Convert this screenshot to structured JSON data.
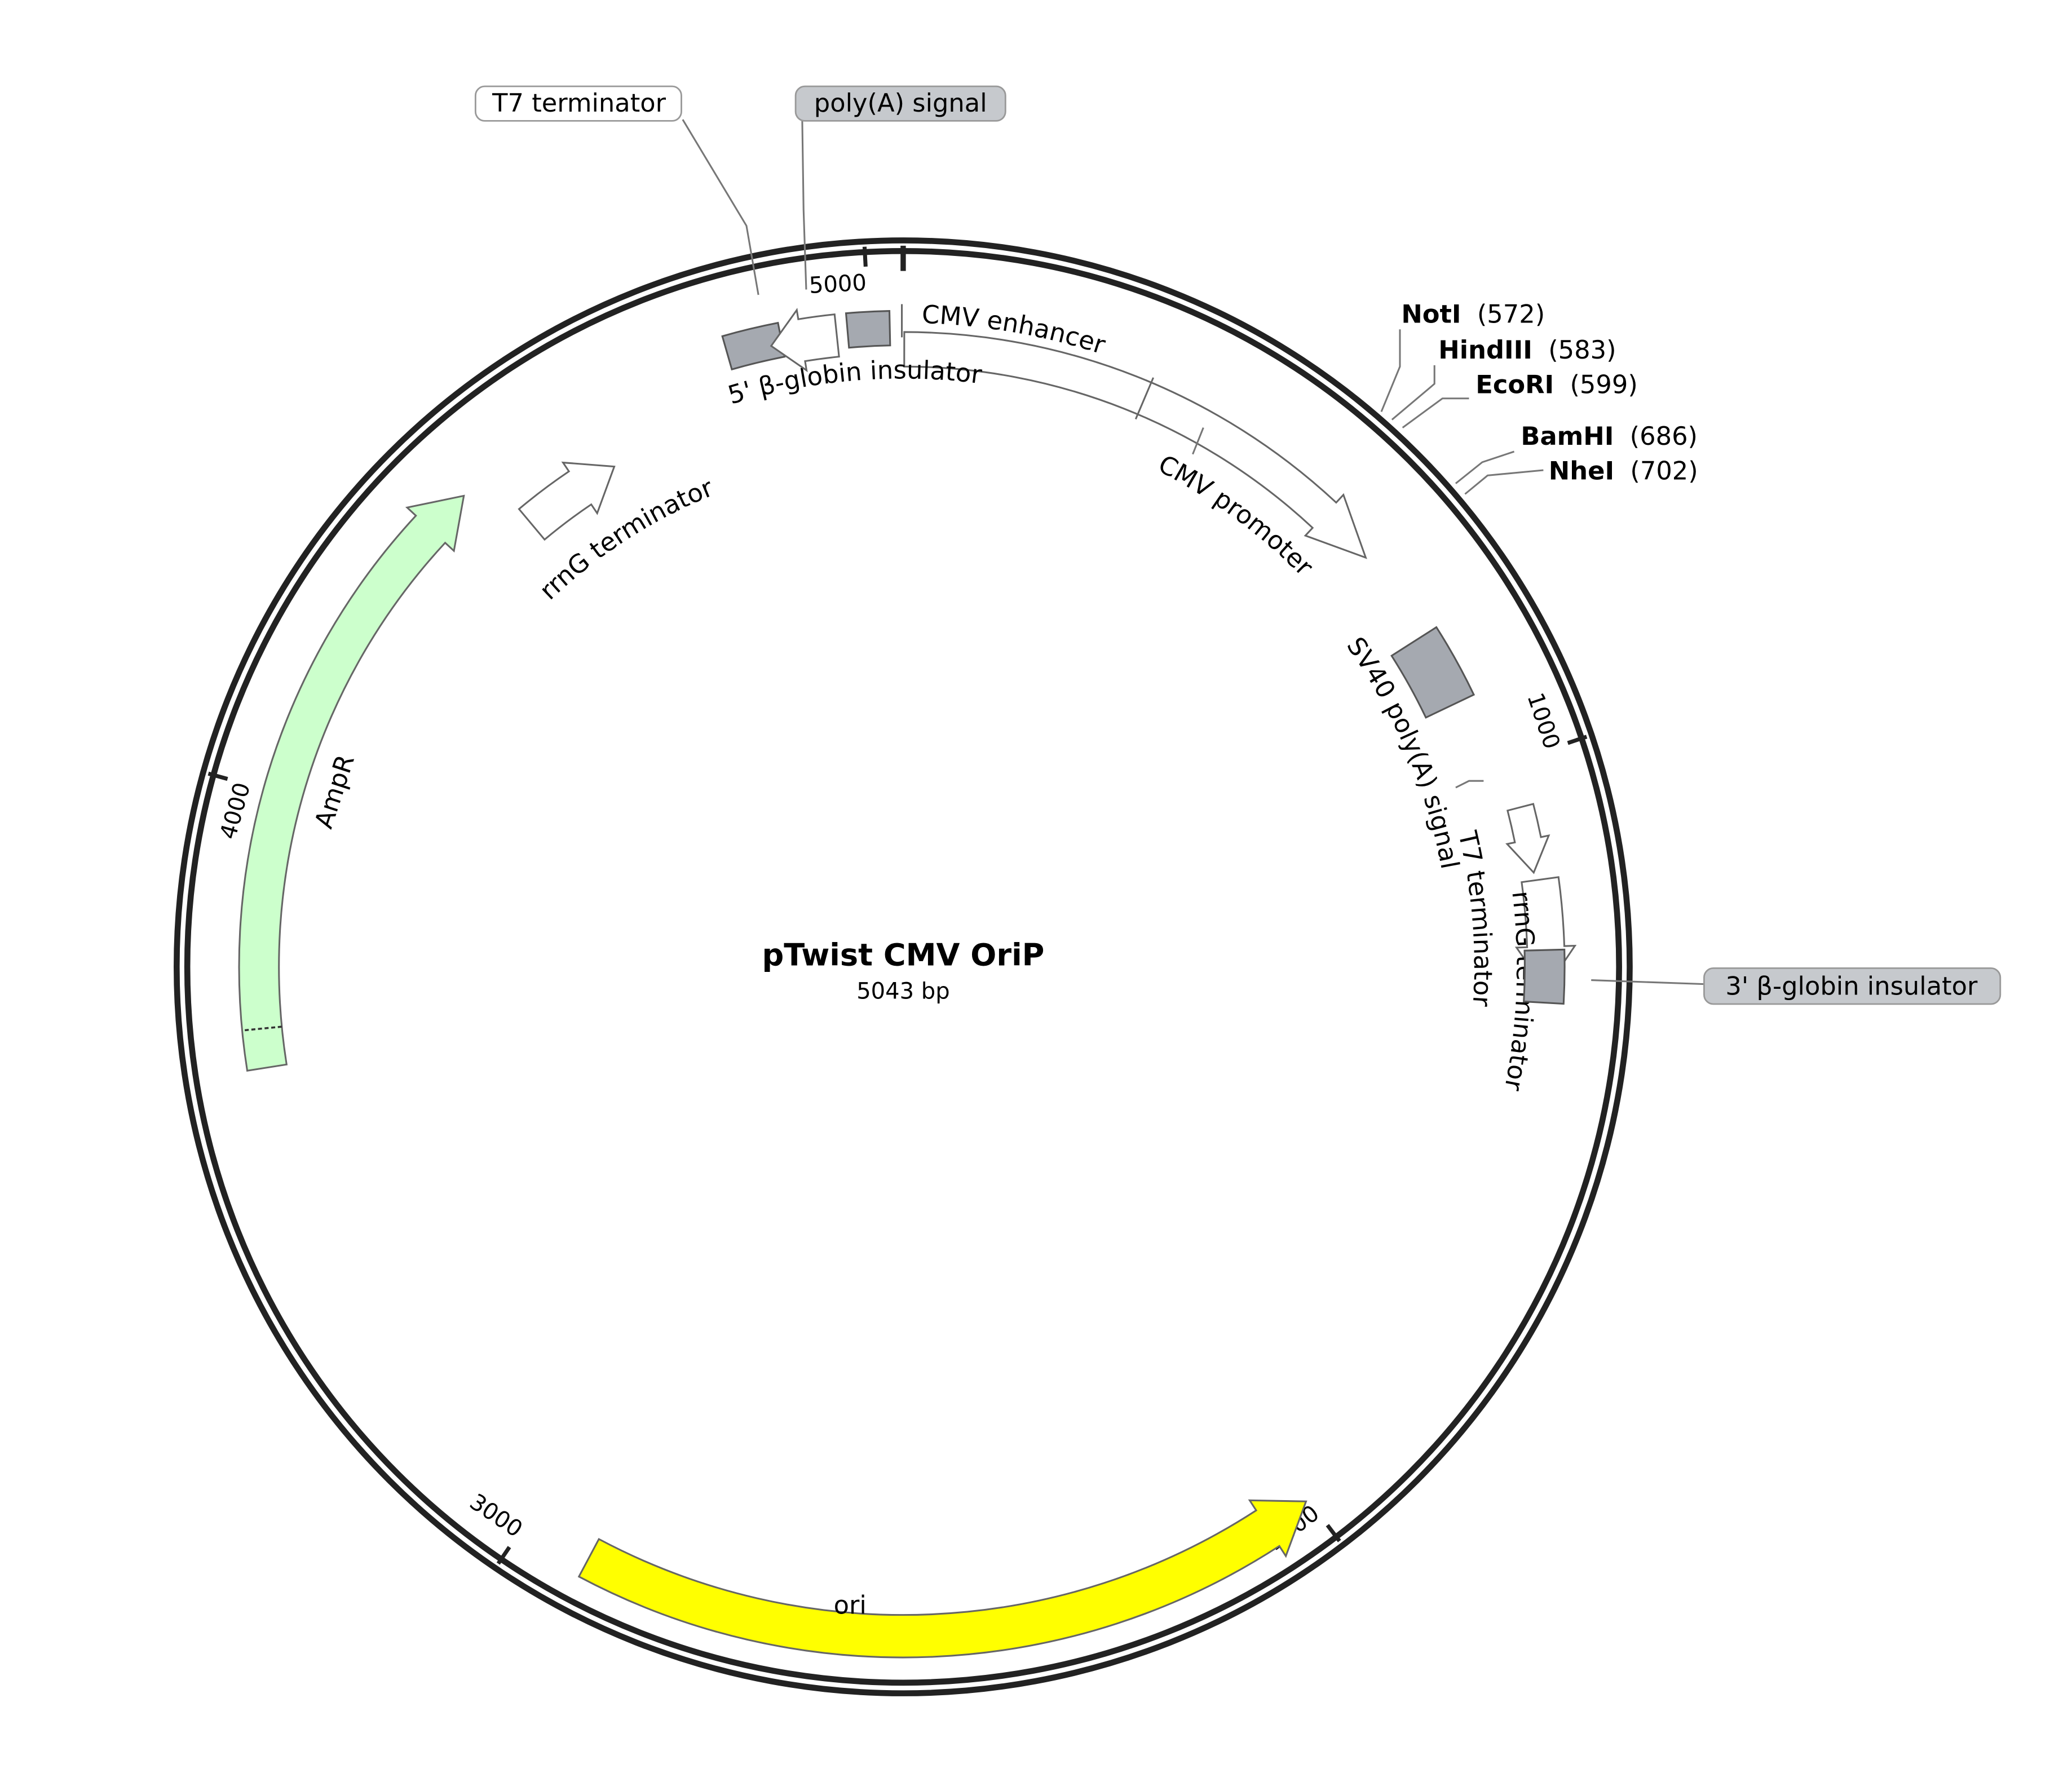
{
  "plasmid": {
    "name": "pTwist CMV OriP",
    "length_label": "5043 bp",
    "length_bp": 5043
  },
  "ticks": [
    {
      "bp": 0,
      "label": ""
    },
    {
      "bp": 1000,
      "label": "1000"
    },
    {
      "bp": 2000,
      "label": "2000"
    },
    {
      "bp": 3000,
      "label": "3000"
    },
    {
      "bp": 4000,
      "label": "4000"
    },
    {
      "bp": 5000,
      "label": "5000"
    }
  ],
  "features": [
    {
      "id": "cmv-enhancer",
      "label": "CMV enhancer",
      "kind": "enhancer",
      "color": "#ffffff"
    },
    {
      "id": "cmv-promoter",
      "label": "CMV promoter",
      "kind": "promoter",
      "color": "#ffffff"
    },
    {
      "id": "sv40-polya",
      "label": "SV40 poly(A) signal",
      "kind": "polyA",
      "color": "#a5a9b0"
    },
    {
      "id": "t7-terminator-right",
      "label": "T7 terminator",
      "kind": "terminator",
      "color": "#ffffff"
    },
    {
      "id": "rrng-terminator-right",
      "label": "rrnG terminator",
      "kind": "terminator",
      "color": "#ffffff"
    },
    {
      "id": "globin-3",
      "label": "3' β-globin insulator",
      "kind": "insulator",
      "color": "#a5a9b0"
    },
    {
      "id": "ori",
      "label": "ori",
      "kind": "origin",
      "color": "#ffff00"
    },
    {
      "id": "ampr",
      "label": "AmpR",
      "kind": "cds",
      "color": "#ccffcc"
    },
    {
      "id": "rrng-terminator-left",
      "label": "rrnG terminator",
      "kind": "terminator",
      "color": "#ffffff"
    },
    {
      "id": "globin-5",
      "label": "5' β-globin insulator",
      "kind": "insulator",
      "color": "#a5a9b0"
    },
    {
      "id": "t7-terminator-top",
      "label": "T7 terminator",
      "kind": "terminator",
      "color": "#ffffff"
    },
    {
      "id": "polya-top",
      "label": "poly(A) signal",
      "kind": "polyA",
      "color": "#a5a9b0"
    }
  ],
  "sites": [
    {
      "name": "NotI",
      "pos": "(572)"
    },
    {
      "name": "HindIII",
      "pos": "(583)"
    },
    {
      "name": "EcoRI",
      "pos": "(599)"
    },
    {
      "name": "BamHI",
      "pos": "(686)"
    },
    {
      "name": "NheI",
      "pos": "(702)"
    }
  ],
  "colors": {
    "backbone": "#222222",
    "leader": "#777777",
    "gray_feature": "#a5a9b0",
    "label_box": "#c6c9cd"
  }
}
